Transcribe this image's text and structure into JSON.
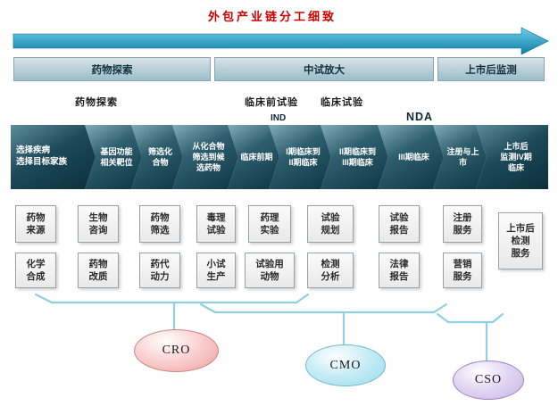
{
  "title": "外包产业链分工细致",
  "phases": [
    "药物探索",
    "中试放大",
    "上市后监测"
  ],
  "stage_labels": [
    "药物探索",
    "临床前试验",
    "临床试验"
  ],
  "milestones": [
    "IND",
    "NDA"
  ],
  "chevrons": [
    "选择疾病\n选择目标家族",
    "基因功能\n相关靶位",
    "筛选化\n合物",
    "从化合物\n筛选到候\n选药物",
    "临床前期",
    "I期临床到\nII期临床",
    "II期临床到\nIII期临床",
    "III期临床",
    "注册与上市",
    "上市后\n监测IV期\n临床"
  ],
  "services": {
    "row1": [
      "药物\n来源",
      "生物\n咨询",
      "药物\n筛选",
      "毒理\n试验",
      "药理\n实验",
      "试验\n规划",
      "试验\n报告",
      "注册\n服务"
    ],
    "row2": [
      "化学\n合成",
      "药物\n改质",
      "药代\n动力",
      "小试\n生产",
      "试验用\n动物",
      "检测\n分析",
      "法律\n报告",
      "营销\n服务"
    ],
    "side": "上市后\n检测\n服务"
  },
  "groups": [
    "CRO",
    "CMO",
    "CSO"
  ],
  "colors": {
    "title": "#cc0000",
    "arrow": "#1b93b8",
    "chevron_dark": "#0f3543",
    "brace": "#8fcfe0",
    "cro": "#ef9f9f",
    "cmo": "#99dcee",
    "cso": "#c9b4e4"
  }
}
